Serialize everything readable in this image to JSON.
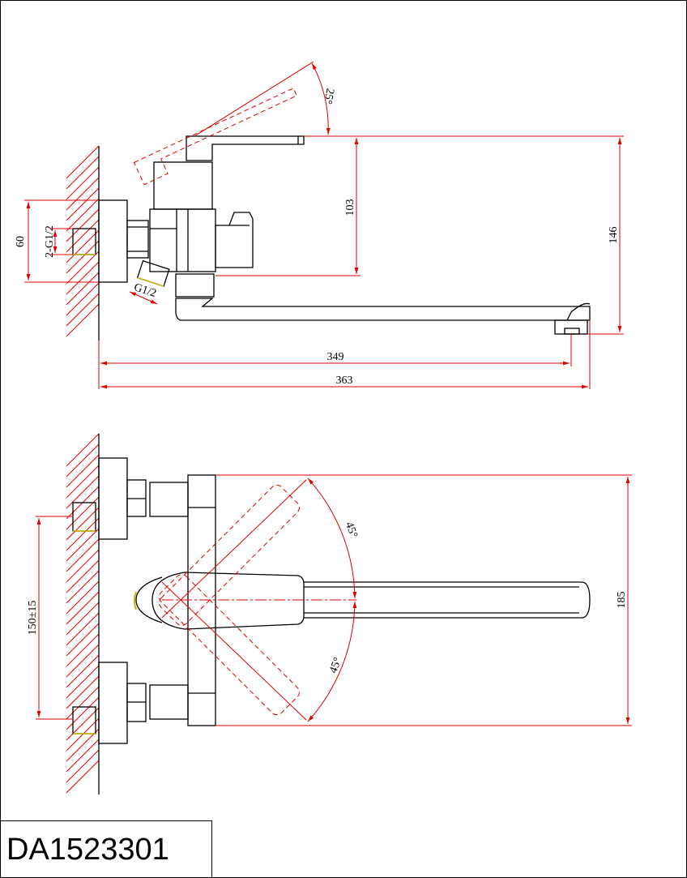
{
  "model_code": "DA1523301",
  "side_view": {
    "dimensions": {
      "lever_angle": "25°",
      "height_lever_to_spout": "103",
      "height_total": "146",
      "inlet_spacing_height": "60",
      "inlet_thread": "2-G1/2",
      "outlet_thread": "G1/2",
      "reach_to_outlet": "349",
      "length_total": "363"
    }
  },
  "top_view": {
    "dimensions": {
      "rotation_up": "45°",
      "rotation_down": "45°",
      "width": "185",
      "inlet_centers": "150±15"
    }
  },
  "colors": {
    "outline": "#000000",
    "dimension": "#e00000",
    "thread": "#c8b400"
  }
}
